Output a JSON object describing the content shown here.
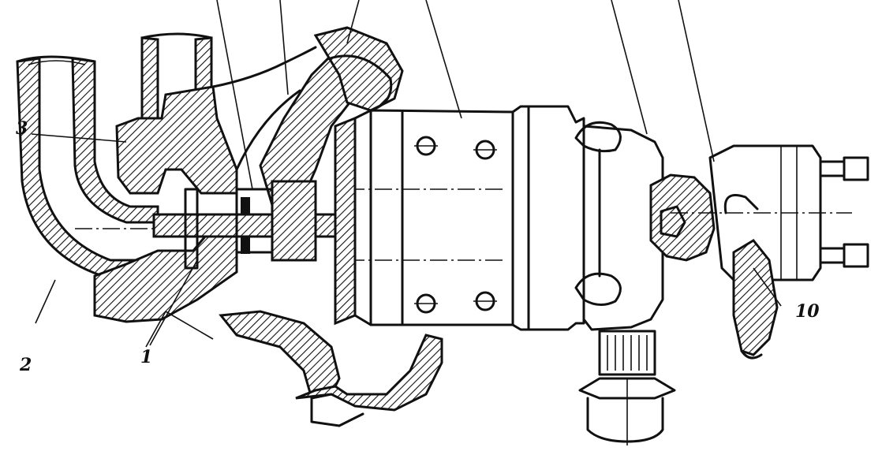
{
  "labels": {
    "l1": "1",
    "l2": "2",
    "l3": "3",
    "l10": "10"
  }
}
